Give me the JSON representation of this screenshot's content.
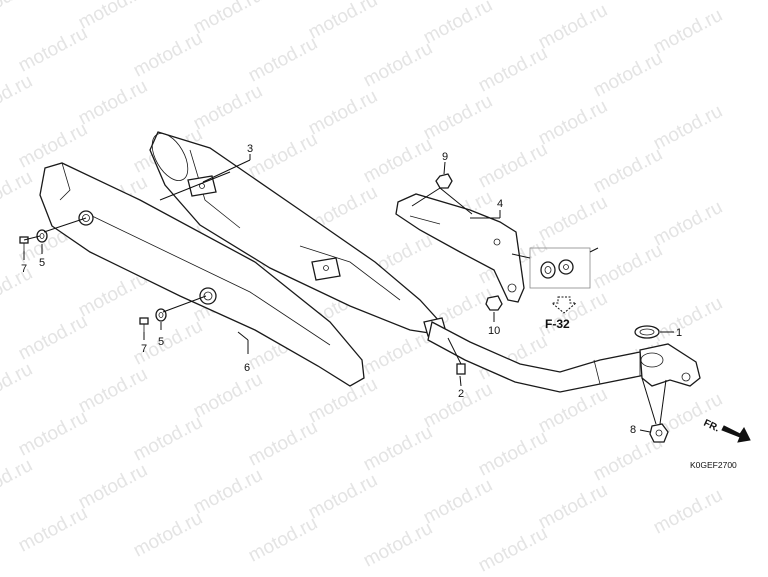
{
  "watermark": "motod.ru",
  "diagram_code": "K0GEF2700",
  "reference": "F-32",
  "direction": "FR.",
  "callouts": {
    "c1": "1",
    "c2": "2",
    "c3": "3",
    "c4": "4",
    "c5a": "5",
    "c5b": "5",
    "c6": "6",
    "c7a": "7",
    "c7b": "7",
    "c8": "8",
    "c9": "9",
    "c10": "10"
  }
}
